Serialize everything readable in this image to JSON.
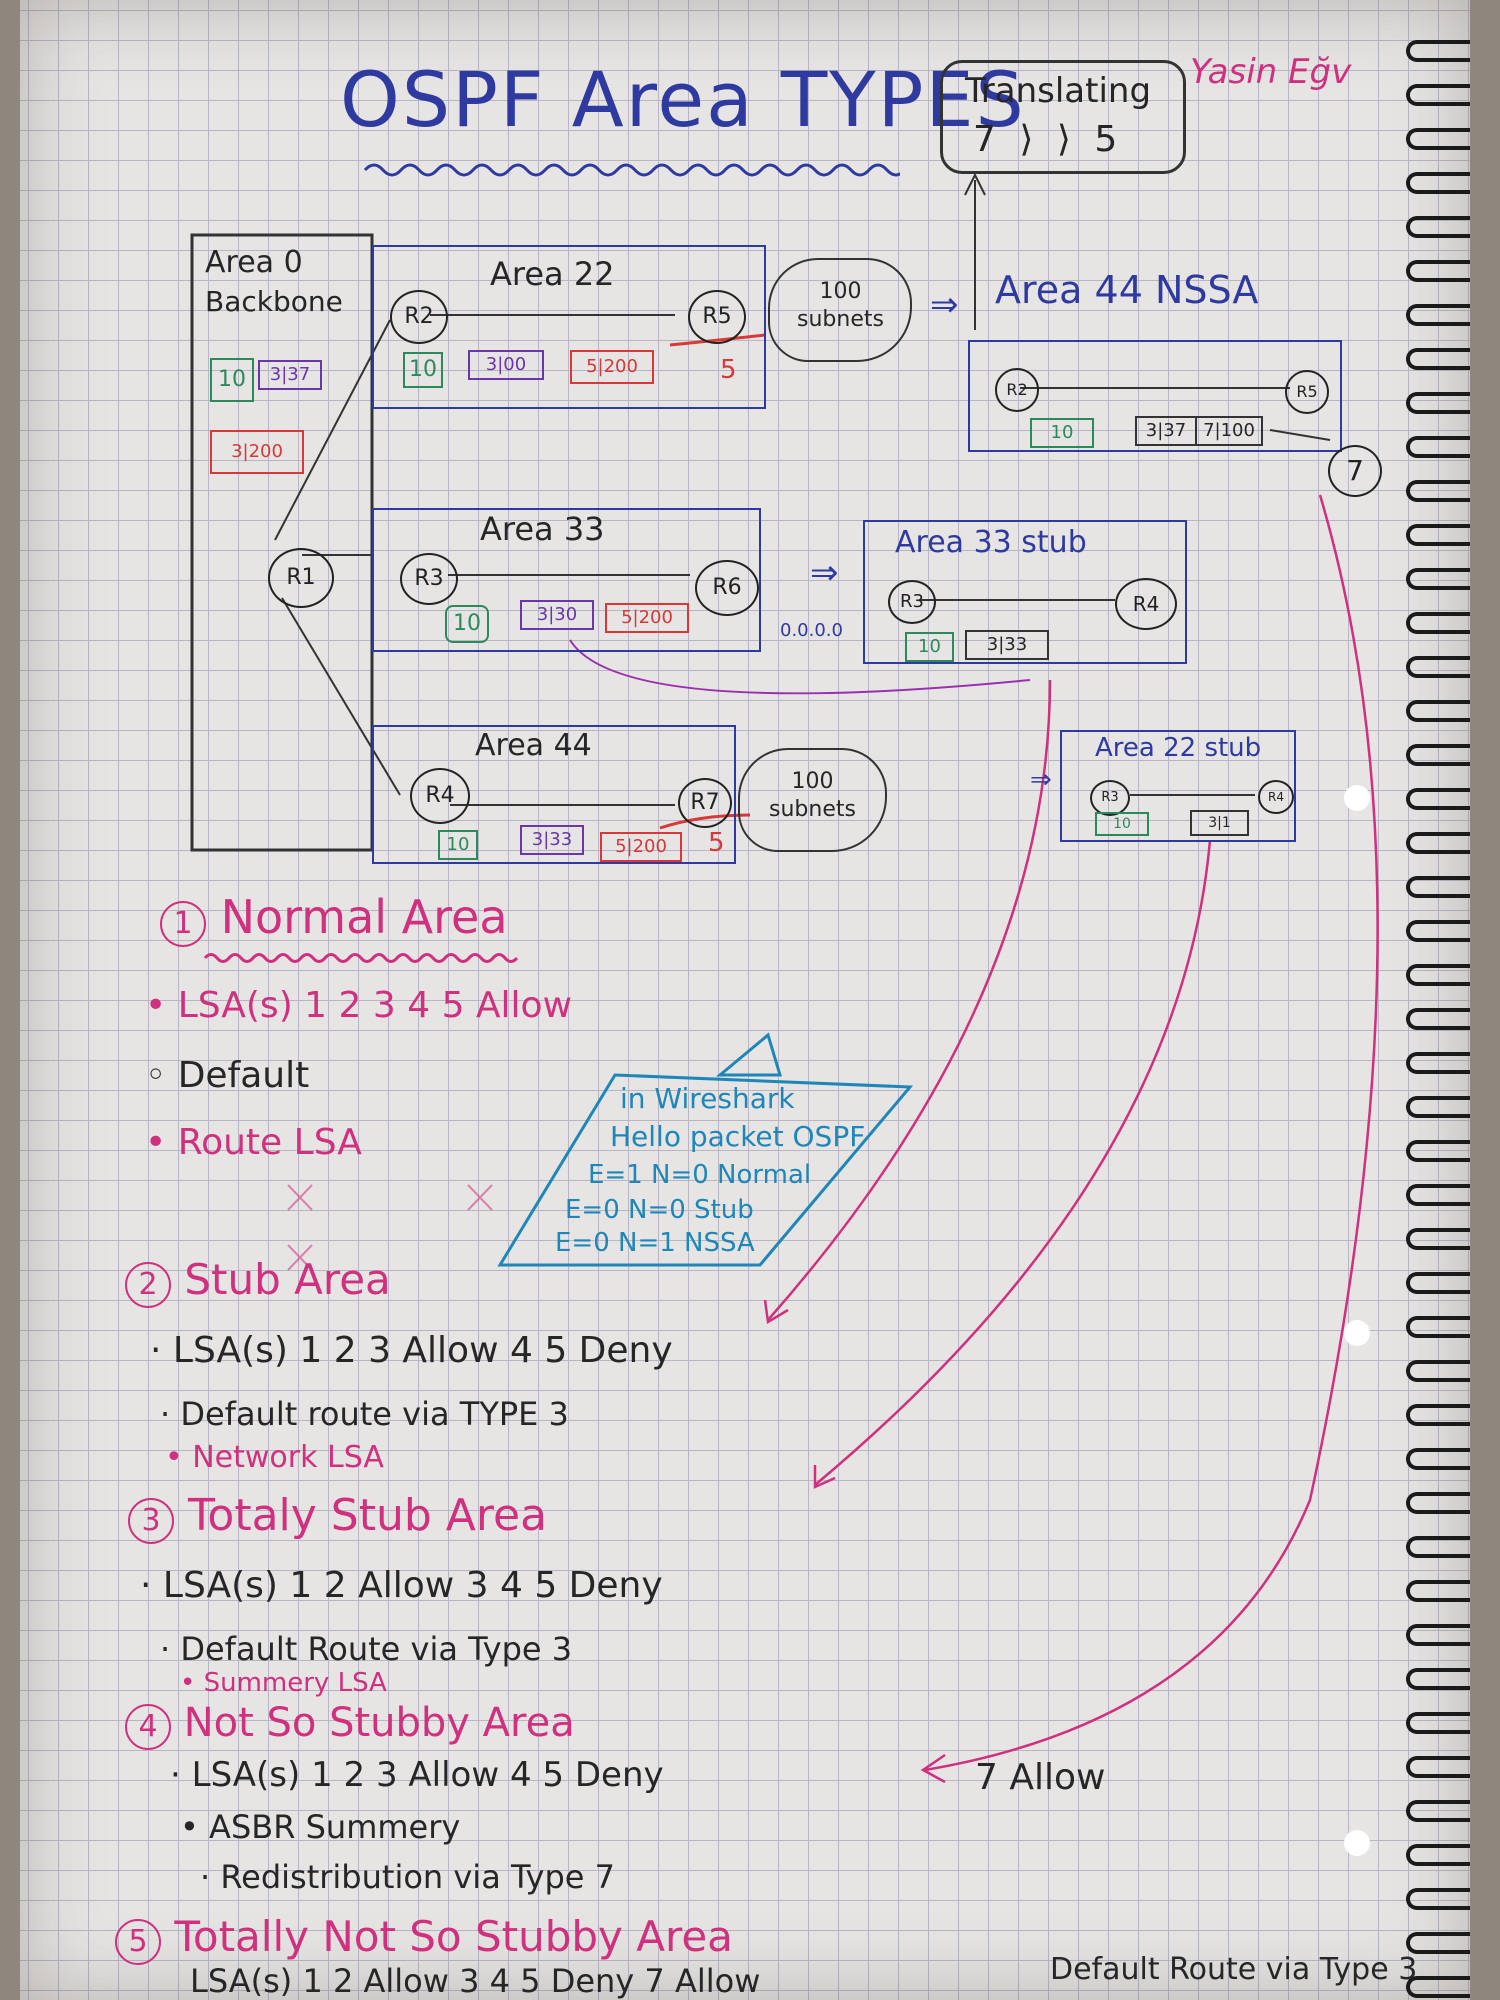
{
  "header": {
    "title": "OSPF Area TYPES",
    "author": "Yasin Eğv",
    "translating": {
      "label": "Translating",
      "value": "7 ⟩ ⟩ 5"
    }
  },
  "diagram": {
    "area0": {
      "line1": "Area 0",
      "line2": "Backbone",
      "lsa": [
        "10",
        "3|37",
        "3|200"
      ]
    },
    "area22": {
      "label": "Area 22",
      "lsa": [
        "10",
        "3|00",
        "5|200"
      ],
      "type5": "5"
    },
    "area33": {
      "label": "Area 33",
      "lsa": [
        "10",
        "3|30",
        "5|200"
      ]
    },
    "area44": {
      "label": "Area 44",
      "lsa": [
        "10",
        "3|33",
        "5|200"
      ],
      "type5": "5"
    },
    "cloud1": "100 subnets",
    "cloud2": "100 subnets",
    "nssa": {
      "label": "Area 44 NSSA",
      "lsa": [
        "10",
        "3|37",
        "7|100"
      ],
      "badge": "7"
    },
    "stub33": {
      "label": "Area 33 stub",
      "lsa": [
        "10",
        "3|33"
      ],
      "default": "0.0.0.0"
    },
    "stub22": {
      "label": "Area 22 stub",
      "lsa": [
        "10",
        "3|1"
      ]
    },
    "arrow": "⇒",
    "routers": {
      "r1": "R1",
      "r2": "R2",
      "r3": "R3",
      "r4": "R4",
      "r5": "R5",
      "r6": "R6",
      "r7": "R7",
      "r2b": "R2",
      "r5b": "R5",
      "r3b": "R3",
      "r4b": "R4",
      "r3c": "R3",
      "r4c": "R4"
    }
  },
  "wireshark": {
    "lines": [
      "in Wireshark",
      "Hello packet OSPF",
      "E=1 N=0 Normal",
      "E=0 N=0 Stub",
      "E=0 N=1 NSSA"
    ]
  },
  "sections": [
    {
      "num": "1",
      "title": "Normal Area",
      "items": [
        "LSA(s) 1 2 3 4 5 Allow",
        "Default",
        "Route LSA"
      ]
    },
    {
      "num": "2",
      "title": "Stub Area",
      "items": [
        "LSA(s) 1 2 3 Allow 4 5 Deny",
        "Default route via TYPE 3",
        "Network LSA"
      ]
    },
    {
      "num": "3",
      "title": "Totaly Stub Area",
      "items": [
        "LSA(s) 1 2 Allow 3 4 5 Deny",
        "Default Route via Type 3",
        "Summery LSA"
      ]
    },
    {
      "num": "4",
      "title": "Not So Stubby Area",
      "items": [
        "LSA(s) 1 2 3 Allow 4 5 Deny",
        "7 Allow",
        "ASBR Summery",
        "Redistribution via Type 7"
      ]
    },
    {
      "num": "5",
      "title": "Totally Not So Stubby Area",
      "items": [
        "LSA(s) 1 2 Allow 3 4 5 Deny 7 Allow",
        "Default Route via Type 3"
      ]
    }
  ],
  "colors": {
    "ink_blue": "#2f3aa0",
    "ink_pink": "#d0307e",
    "ink_green": "#2a8a5c",
    "ink_red": "#d83838",
    "ink_purple": "#6a36a8",
    "ink_cyan": "#1f86b8"
  }
}
